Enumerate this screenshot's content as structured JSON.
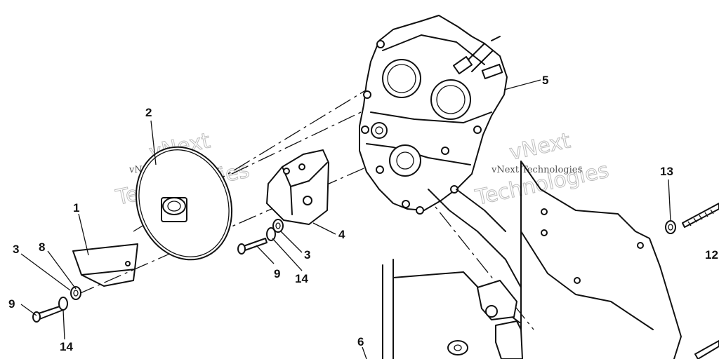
{
  "callouts": {
    "c1": "1",
    "c2": "2",
    "c3a": "3",
    "c3b": "3",
    "c4": "4",
    "c5": "5",
    "c6": "6",
    "c8": "8",
    "c9a": "9",
    "c9b": "9",
    "c12": "12",
    "c13": "13",
    "c14a": "14",
    "c14b": "14"
  },
  "watermarks": {
    "left_small": "vNext Technologies",
    "left_big": "Technologies",
    "left_mid": "vNext",
    "right_small": "vNext Technologies",
    "right_big": "Technologies",
    "right_mid": "vNext"
  }
}
